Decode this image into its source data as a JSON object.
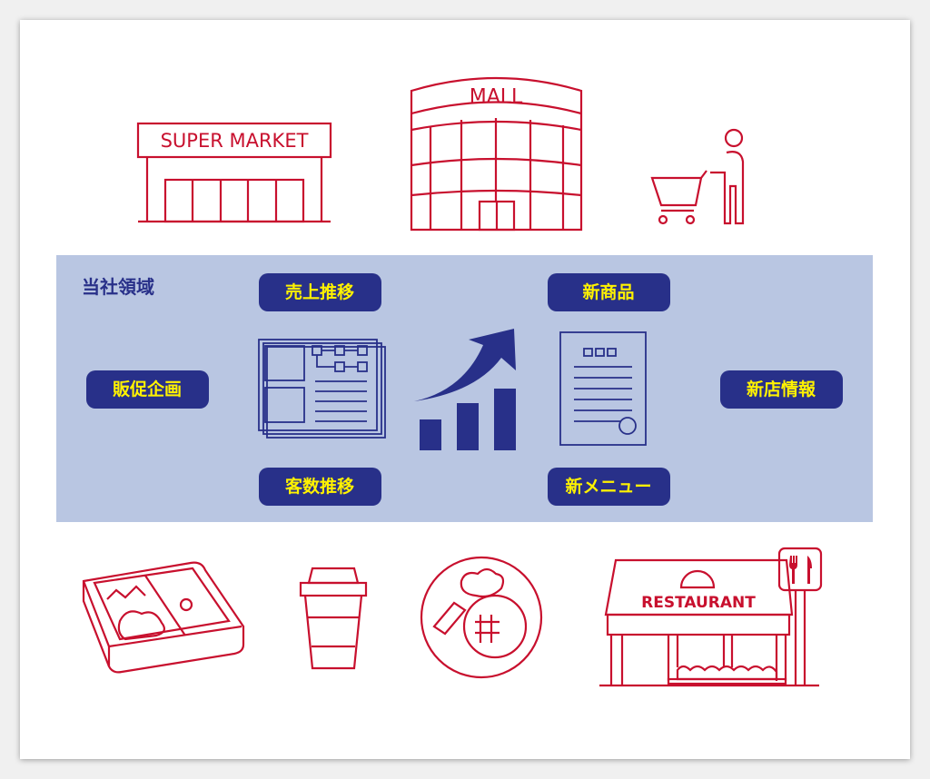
{
  "colors": {
    "red": "#c8102e",
    "band": "#b9c6e2",
    "navy": "#283089",
    "yellow": "#fff200"
  },
  "top_icons": {
    "supermarket": "SUPER MARKET",
    "mall": "MALL",
    "shopper": "shopper-with-cart-icon"
  },
  "band": {
    "title": "当社領域",
    "labels": {
      "sales_trend": "売上推移",
      "new_products": "新商品",
      "promotion_planning": "販促企画",
      "new_store_info": "新店情報",
      "customer_count_trend": "客数推移",
      "new_menu": "新メニュー"
    }
  },
  "bottom_icons": {
    "bento": "bento-box-icon",
    "coffee": "coffee-cup-icon",
    "plate": "plate-meal-icon",
    "restaurant": "RESTAURANT"
  }
}
